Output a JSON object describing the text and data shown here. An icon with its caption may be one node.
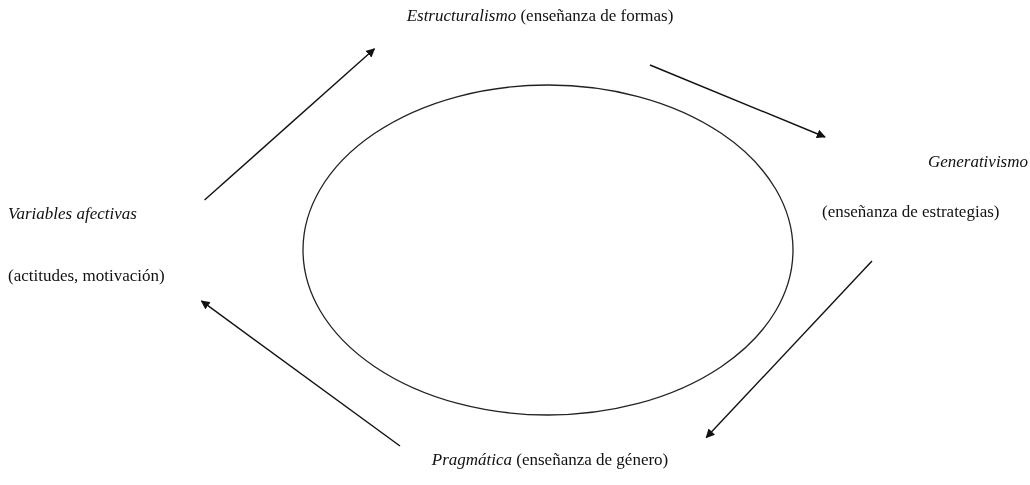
{
  "diagram": {
    "nodes": [
      {
        "text": [
          "*Estructuralismo* (enseñanza de formas)"
        ]
      },
      {
        "text": [
          "Generativismo",
          "(enseñanza de estrategias)"
        ]
      },
      {
        "text": [
          "Variables afectivas",
          "(actitudes, motivación)"
        ]
      },
      {
        "text": [
          "*Pragmática* (enseñanza de género)"
        ]
      }
    ],
    "edges": [
      {
        "from": 0,
        "to": 1,
        "arrow": "to"
      },
      {
        "from": 1,
        "to": 3,
        "arrow": "to"
      },
      {
        "from": 3,
        "to": 2,
        "arrow": "to"
      },
      {
        "from": 2,
        "to": 0,
        "arrow": "to"
      }
    ]
  }
}
